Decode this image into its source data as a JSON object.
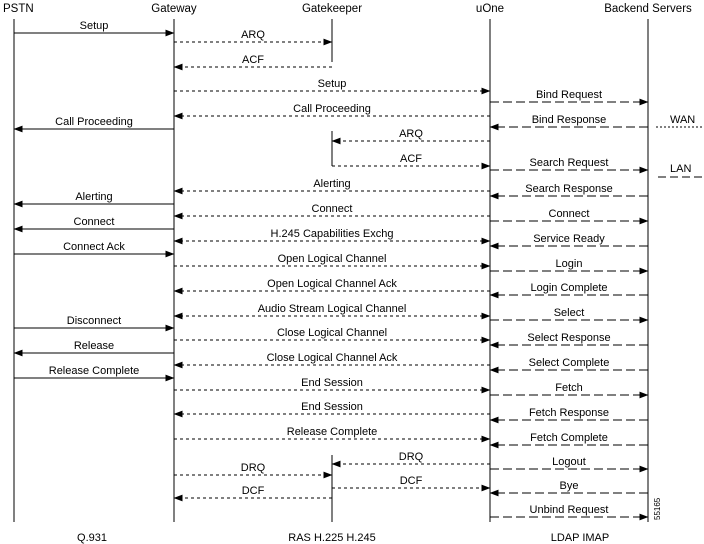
{
  "headers": {
    "pstn": "PSTN",
    "gateway": "Gateway",
    "gatekeeper": "Gatekeeper",
    "uone": "uOne",
    "backend": "Backend Servers"
  },
  "footers": {
    "pstn": "Q.931",
    "gatekeeper": "RAS H.225 H.245",
    "uone": "LDAP IMAP"
  },
  "side_labels": {
    "wan": "WAN",
    "lan": "LAN"
  },
  "figure_id": "55165",
  "messages": [
    {
      "from": "pstn",
      "to": "gateway",
      "label": "Setup",
      "style": "solid"
    },
    {
      "from": "gateway",
      "to": "gatekeeper",
      "label": "ARQ",
      "style": "dotted"
    },
    {
      "from": "gatekeeper",
      "to": "gateway",
      "label": "ACF",
      "style": "dotted"
    },
    {
      "from": "gateway",
      "to": "uone",
      "label": "Setup",
      "style": "dotted"
    },
    {
      "from": "uone",
      "to": "backend",
      "label": "Bind Request",
      "style": "dashed"
    },
    {
      "from": "uone",
      "to": "gateway",
      "label": "Call Proceeding",
      "style": "dotted"
    },
    {
      "from": "gateway",
      "to": "pstn",
      "label": "Call Proceeding",
      "style": "solid"
    },
    {
      "from": "backend",
      "to": "uone",
      "label": "Bind Response",
      "style": "dashed"
    },
    {
      "from": "uone",
      "to": "gatekeeper",
      "label": "ARQ",
      "style": "dotted"
    },
    {
      "from": "gatekeeper",
      "to": "uone",
      "label": "ACF",
      "style": "dotted"
    },
    {
      "from": "uone",
      "to": "backend",
      "label": "Search Request",
      "style": "dashed"
    },
    {
      "from": "uone",
      "to": "gateway",
      "label": "Alerting",
      "style": "dotted"
    },
    {
      "from": "backend",
      "to": "uone",
      "label": "Search Response",
      "style": "dashed"
    },
    {
      "from": "gateway",
      "to": "pstn",
      "label": "Alerting",
      "style": "solid"
    },
    {
      "from": "uone",
      "to": "gateway",
      "label": "Connect",
      "style": "dotted"
    },
    {
      "from": "uone",
      "to": "backend",
      "label": "Connect",
      "style": "dashed"
    },
    {
      "from": "gateway",
      "to": "pstn",
      "label": "Connect",
      "style": "solid"
    },
    {
      "from": "gateway",
      "to": "uone",
      "label": "H.245 Capabilities Exchg",
      "style": "dotted",
      "both": true
    },
    {
      "from": "backend",
      "to": "uone",
      "label": "Service Ready",
      "style": "dashed"
    },
    {
      "from": "pstn",
      "to": "gateway",
      "label": "Connect Ack",
      "style": "solid"
    },
    {
      "from": "gateway",
      "to": "uone",
      "label": "Open Logical Channel",
      "style": "dotted"
    },
    {
      "from": "uone",
      "to": "backend",
      "label": "Login",
      "style": "dashed"
    },
    {
      "from": "uone",
      "to": "gateway",
      "label": "Open Logical Channel Ack",
      "style": "dotted"
    },
    {
      "from": "backend",
      "to": "uone",
      "label": "Login Complete",
      "style": "dashed"
    },
    {
      "from": "gateway",
      "to": "uone",
      "label": "Audio Stream Logical Channel",
      "style": "dotted",
      "both": true
    },
    {
      "from": "uone",
      "to": "backend",
      "label": "Select",
      "style": "dashed"
    },
    {
      "from": "pstn",
      "to": "gateway",
      "label": "Disconnect",
      "style": "solid"
    },
    {
      "from": "gateway",
      "to": "uone",
      "label": "Close Logical Channel",
      "style": "dotted"
    },
    {
      "from": "backend",
      "to": "uone",
      "label": "Select Response",
      "style": "dashed"
    },
    {
      "from": "gateway",
      "to": "pstn",
      "label": "Release",
      "style": "solid"
    },
    {
      "from": "uone",
      "to": "gateway",
      "label": "Close Logical Channel Ack",
      "style": "dotted"
    },
    {
      "from": "backend",
      "to": "uone",
      "label": "Select Complete",
      "style": "dashed"
    },
    {
      "from": "pstn",
      "to": "gateway",
      "label": "Release Complete",
      "style": "solid"
    },
    {
      "from": "gateway",
      "to": "uone",
      "label": "End Session",
      "style": "dotted"
    },
    {
      "from": "uone",
      "to": "backend",
      "label": "Fetch",
      "style": "dashed"
    },
    {
      "from": "uone",
      "to": "gateway",
      "label": "End Session",
      "style": "dotted"
    },
    {
      "from": "backend",
      "to": "uone",
      "label": "Fetch Response",
      "style": "dashed"
    },
    {
      "from": "gateway",
      "to": "uone",
      "label": "Release Complete",
      "style": "dotted"
    },
    {
      "from": "backend",
      "to": "uone",
      "label": "Fetch Complete",
      "style": "dashed"
    },
    {
      "from": "uone",
      "to": "gatekeeper",
      "label": "DRQ",
      "style": "dotted"
    },
    {
      "from": "uone",
      "to": "backend",
      "label": "Logout",
      "style": "dashed"
    },
    {
      "from": "gateway",
      "to": "gatekeeper",
      "label": "DRQ",
      "style": "dotted"
    },
    {
      "from": "gatekeeper",
      "to": "uone",
      "label": "DCF",
      "style": "dotted"
    },
    {
      "from": "backend",
      "to": "uone",
      "label": "Bye",
      "style": "dashed"
    },
    {
      "from": "gatekeeper",
      "to": "gateway",
      "label": "DCF",
      "style": "dotted"
    },
    {
      "from": "uone",
      "to": "backend",
      "label": "Unbind Request",
      "style": "dashed"
    }
  ]
}
